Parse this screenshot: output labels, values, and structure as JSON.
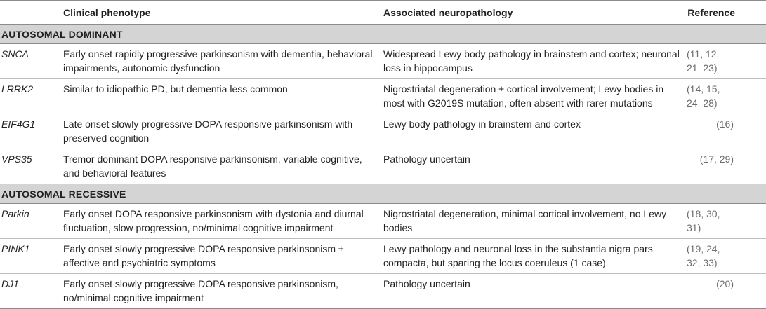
{
  "header": {
    "gene": "",
    "phenotype": "Clinical phenotype",
    "pathology": "Associated neuropathology",
    "reference": "Reference"
  },
  "sections": [
    {
      "title": "AUTOSOMAL DOMINANT",
      "rows": [
        {
          "gene": "SNCA",
          "phenotype": "Early onset rapidly progressive parkinsonism with dementia, behavioral impairments, autonomic dysfunction",
          "pathology": "Widespread Lewy body pathology in brainstem and cortex; neuronal loss in hippocampus",
          "reference": "(11, 12, 21–23)"
        },
        {
          "gene": "LRRK2",
          "phenotype": "Similar to idiopathic PD, but dementia less common",
          "pathology": "Nigrostriatal degeneration ± cortical involvement; Lewy bodies in most with G2019S mutation, often absent with rarer mutations",
          "reference": "(14, 15, 24–28)"
        },
        {
          "gene": "EIF4G1",
          "phenotype": "Late onset slowly progressive DOPA responsive parkinsonism with preserved cognition",
          "pathology": "Lewy body pathology in brainstem and cortex",
          "reference": "(16)"
        },
        {
          "gene": "VPS35",
          "phenotype": "Tremor dominant DOPA responsive parkinsonism, variable cognitive, and behavioral features",
          "pathology": "Pathology uncertain",
          "reference": "(17, 29)"
        }
      ]
    },
    {
      "title": "AUTOSOMAL RECESSIVE",
      "rows": [
        {
          "gene": "Parkin",
          "phenotype": "Early onset DOPA responsive parkinsonism with dystonia and diurnal fluctuation, slow progression, no/minimal cognitive impairment",
          "pathology": "Nigrostriatal degeneration, minimal cortical involvement, no Lewy bodies",
          "reference": "(18, 30, 31)"
        },
        {
          "gene": "PINK1",
          "phenotype": "Early onset slowly progressive DOPA responsive parkinsonism ± affective and psychiatric symptoms",
          "pathology": "Lewy pathology and neuronal loss in the substantia nigra pars compacta, but sparing the locus coeruleus (1 case)",
          "reference": "(19, 24, 32, 33)"
        },
        {
          "gene": "DJ1",
          "phenotype": "Early onset slowly progressive DOPA responsive parkinsonism, no/minimal cognitive impairment",
          "pathology": "Pathology uncertain",
          "reference": "(20)"
        }
      ]
    }
  ]
}
